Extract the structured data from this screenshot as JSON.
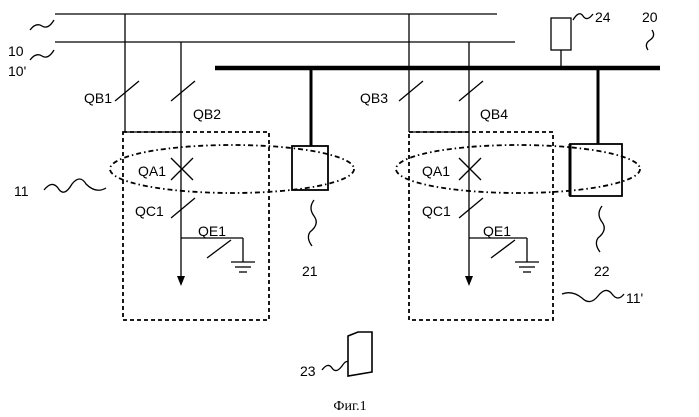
{
  "labels": {
    "bus_10": "10",
    "bus_10p": "10'",
    "bus_20": "20",
    "qb1": "QB1",
    "qb2": "QB2",
    "qb3": "QB3",
    "qb4": "QB4",
    "qa1_left": "QA1",
    "qa1_right": "QA1",
    "qc1_left": "QC1",
    "qc1_right": "QC1",
    "qe1_left": "QE1",
    "qe1_right": "QE1",
    "bay_11": "11",
    "bay_11p": "11'",
    "device_21": "21",
    "device_22": "22",
    "device_23": "23",
    "device_24": "24"
  },
  "caption": "Фиг.1"
}
